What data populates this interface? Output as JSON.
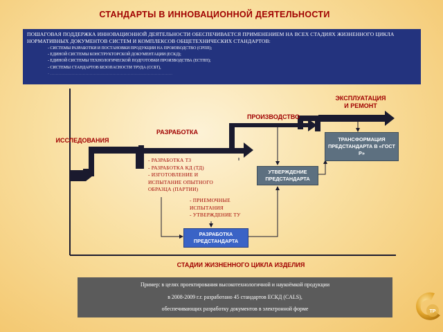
{
  "title": "СТАНДАРТЫ В ИННОВАЦИОННОЙ ДЕЯТЕЛЬНОСТИ",
  "intro": {
    "lead": "ПОШАГОВАЯ ПОДДЕРЖКА ИННОВАЦИОННОЙ ДЕЯТЕЛЬНОСТИ ОБЕСПЕЧИВАЕТСЯ ПРИМЕНЕНИЕМ НА ВСЕХ СТАДИЯХ ЖИЗНЕННОГО ЦИКЛА НОРМАТИВНЫХ ДОКУМЕНТОВ СИСТЕМ И КОМПЛЕКСОВ ОБЩЕТЕХНИЧЕСКИХ СТАНДАРТОВ:",
    "items": [
      "- СИСТЕМЫ РАЗРАБОТКИ И ПОСТАНОВКИ ПРОДУКЦИИ НА ПРОИЗВОДСТВО (СРПП);",
      "- ЕДИНОЙ СИСТЕМЫ КОНСТРУКТОРСКОЙ ДОКУМЕНТАЦИИ (ЕСКД);",
      "- ЕДИНОЙ СИСТЕМЫ ТЕХНОЛОГИЧЕСКОЙ ПОДГОТОВКИ ПРОИЗВОДСТВА (ЕСТПП);",
      "- СИСТЕМЫ СТАНДАРТОВ БЕЗОПАСНОСТИ ТРУДА (ССБТ),"
    ]
  },
  "stages": {
    "research": "ИССЛЕДОВАНИЯ",
    "development": "РАЗРАБОТКА",
    "production": "ПРОИЗВОДСТВО",
    "operation": "ЭКСПЛУАТАЦИЯ\nИ РЕМОНТ"
  },
  "steps": [
    "- РАЗРАБОТКА ТЗ",
    "- РАЗРАБОТКА КД (ТД)",
    "- ИЗГОТОВЛЕНИЕ И ИСПЫТАНИЕ ОПЫТНОГО ОБРАЗЦА (ПАРТИИ)"
  ],
  "steps2": [
    "- ПРИЕМОЧНЫЕ ИСПЫТАНИЯ",
    "- УТВЕРЖДЕНИЕ ТУ"
  ],
  "boxes": {
    "transform": "ТРАНСФОРМАЦИЯ ПРЕДСТАНДАРТА В «ГОСТ Р»",
    "approve": "УТВЕРЖДЕНИЕ ПРЕДСТАНДАРТА",
    "develop": "РАЗРАБОТКА ПРЕДСТАНДАРТА"
  },
  "axis_label": "СТАДИИ ЖИЗНЕННОГО ЦИКЛА ИЗДЕЛИЯ",
  "footnote": [
    "Пример: в целях  проектирования высокотехнологичной и наукоёмкой продукции",
    "в 2008-2009 г.г. разработано 45 стандартов ЕСКД (CALS),",
    "обеспечивающих разработку документов в электронной форме"
  ],
  "colors": {
    "title": "#a00000",
    "intro_bg": "#23337e",
    "staircase": "#1a1a2e",
    "box_slate": "#5d7080",
    "box_blue": "#3a63c6",
    "footnote_bg": "#5b5b5b"
  }
}
